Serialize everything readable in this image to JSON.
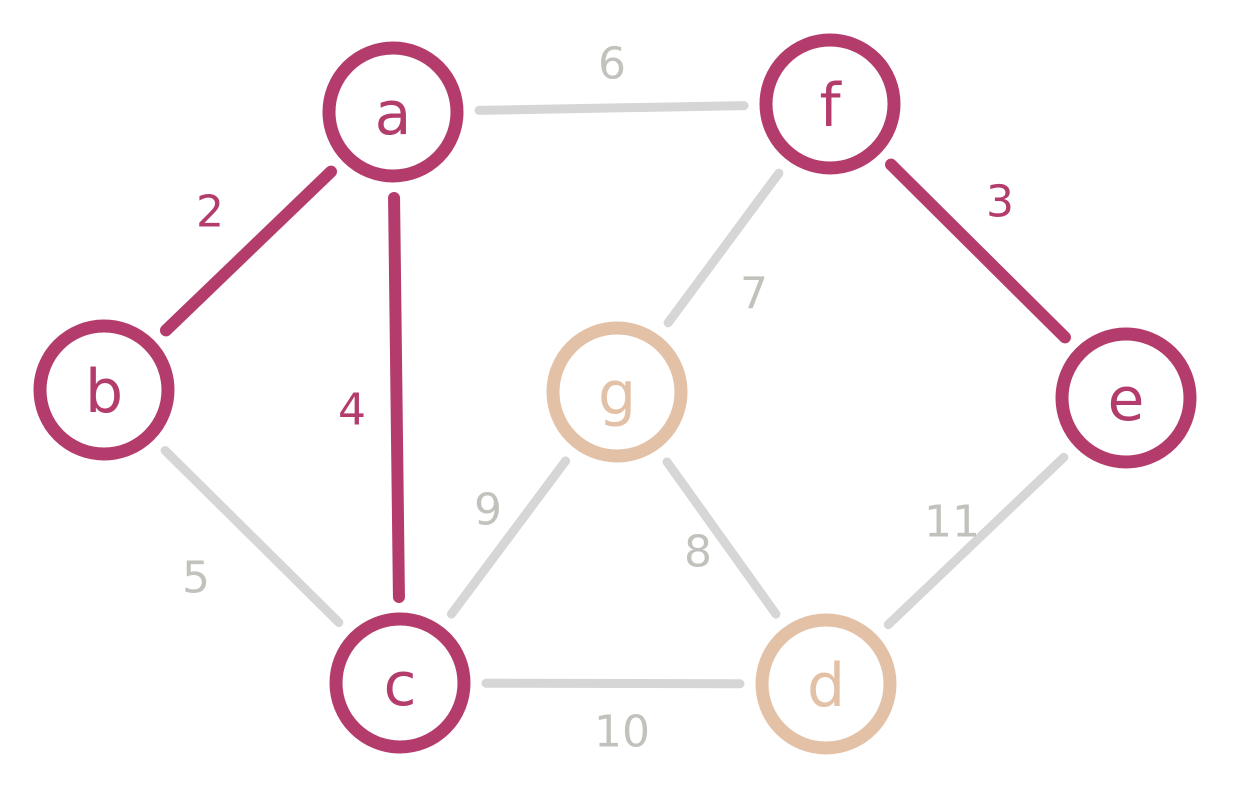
{
  "colors": {
    "mst": "#b43c6c",
    "unvisited_node": "#e3c1a7",
    "unused_edge": "#d6d6d6",
    "unused_weight": "#c2c2bd"
  },
  "nodes": [
    {
      "id": "a",
      "label": "a",
      "state": "mst"
    },
    {
      "id": "b",
      "label": "b",
      "state": "mst"
    },
    {
      "id": "c",
      "label": "c",
      "state": "mst"
    },
    {
      "id": "d",
      "label": "d",
      "state": "unvisited"
    },
    {
      "id": "e",
      "label": "e",
      "state": "mst"
    },
    {
      "id": "f",
      "label": "f",
      "state": "mst"
    },
    {
      "id": "g",
      "label": "g",
      "state": "unvisited"
    }
  ],
  "edges": [
    {
      "from": "a",
      "to": "b",
      "weight": "2",
      "state": "mst"
    },
    {
      "from": "a",
      "to": "c",
      "weight": "4",
      "state": "mst"
    },
    {
      "from": "a",
      "to": "f",
      "weight": "6",
      "state": "unused"
    },
    {
      "from": "f",
      "to": "e",
      "weight": "3",
      "state": "mst"
    },
    {
      "from": "f",
      "to": "g",
      "weight": "7",
      "state": "unused"
    },
    {
      "from": "b",
      "to": "c",
      "weight": "5",
      "state": "unused"
    },
    {
      "from": "c",
      "to": "g",
      "weight": "9",
      "state": "unused"
    },
    {
      "from": "g",
      "to": "d",
      "weight": "8",
      "state": "unused"
    },
    {
      "from": "c",
      "to": "d",
      "weight": "10",
      "state": "unused"
    },
    {
      "from": "e",
      "to": "d",
      "weight": "11",
      "state": "unused"
    }
  ]
}
